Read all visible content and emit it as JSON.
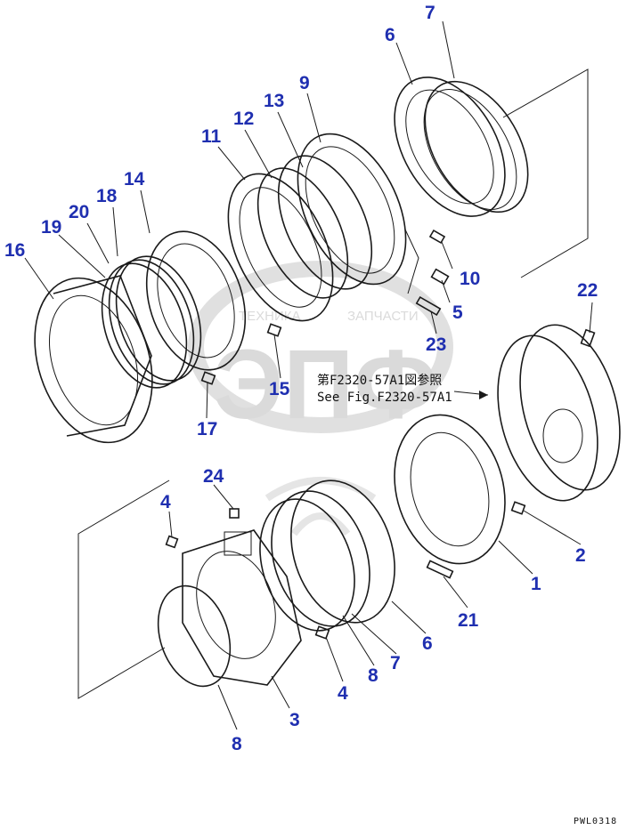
{
  "figure": {
    "reference_note": {
      "japanese": "第F2320-57A1図参照",
      "english": "See Fig.F2320-57A1"
    },
    "drawing_code": "PWL0318"
  },
  "watermark": {
    "logo_letters": "ЭПФ",
    "left_text": "ТЕХНИКА",
    "right_text": "ЗАПЧАСТИ"
  },
  "callouts": [
    "1",
    "2",
    "3",
    "4",
    "4",
    "5",
    "6",
    "6",
    "7",
    "7",
    "8",
    "8",
    "9",
    "10",
    "11",
    "12",
    "13",
    "14",
    "15",
    "16",
    "17",
    "18",
    "19",
    "20",
    "21",
    "22",
    "23",
    "24"
  ],
  "colors": {
    "callout": "#1f2fb0",
    "line": "#1a1a1a",
    "watermark": "#bdbdbd"
  }
}
